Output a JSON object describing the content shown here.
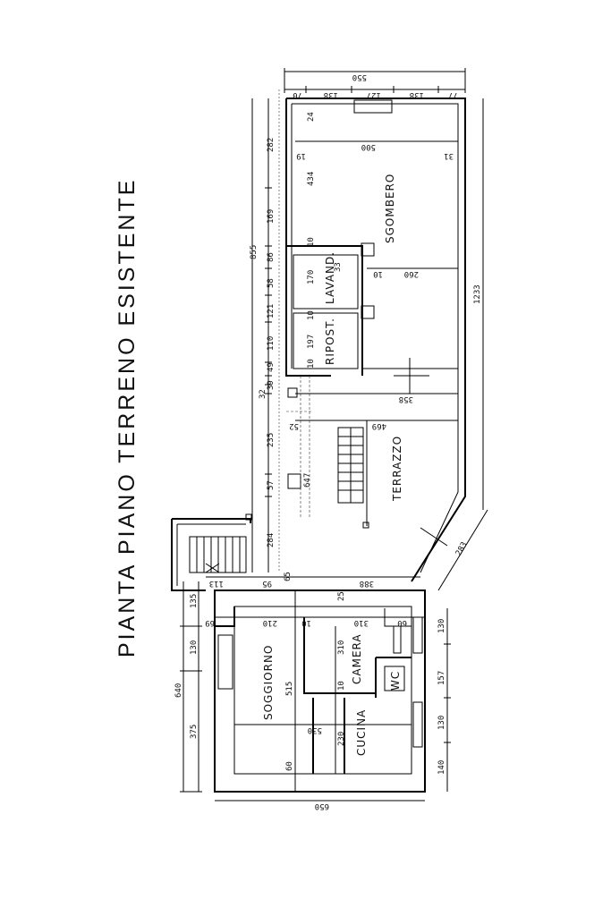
{
  "title": "PIANTA PIANO TERRENO ESISTENTE",
  "rooms": {
    "sgombero": "SGOMBERO",
    "lavand": "LAVAND.",
    "ripost": "RIPOST.",
    "terrazzo": "TERRAZZO",
    "soggiorno": "SOGGIORNO",
    "camera": "CAMERA",
    "wc": "WC",
    "cucina": "CUCINA"
  },
  "dims": {
    "top_total": "550",
    "top_segments": [
      "70",
      "138",
      "127",
      "138",
      "77"
    ],
    "upper_inner_width": "500",
    "upper_wall_left": "19",
    "upper_wall_right": "31",
    "left_overall": "855",
    "left_segments": [
      "282",
      "169",
      "86",
      "58",
      "121",
      "110",
      "49",
      "39",
      "32",
      "235",
      "57",
      "284"
    ],
    "sgombero_depth": "434",
    "sgombero_wall_top": "24",
    "sgombero_wall_bottom": "10",
    "lavand_width": "170",
    "lavand_depth": "260",
    "lavand_wall": "10",
    "lavand_small": "33",
    "ripost_width": "197",
    "ripost_wall_a": "10",
    "ripost_wall_b": "10",
    "terrace_358": "358",
    "terrace_469": "469",
    "terrace_52": "52",
    "terrace_647": "647",
    "right_overall": "1233",
    "diag_283": "283",
    "stair_113": "113",
    "stair_95": "95",
    "stair_65": "65",
    "lower_388": "388",
    "lower_25": "25",
    "left_lower_overall": "640",
    "left_lower_segments": [
      "135",
      "130",
      "375"
    ],
    "soggiorno_69": "69",
    "soggiorno_210": "210",
    "soggiorno_515": "515",
    "soggiorno_60": "60",
    "camera_10": "10",
    "camera_310": "310",
    "camera_310b": "310",
    "camera_60": "60",
    "camera_10b": "10",
    "cucina_230": "230",
    "lower_530": "530",
    "right_lower_segments": [
      "130",
      "157",
      "130",
      "140"
    ],
    "bottom_total": "650"
  }
}
